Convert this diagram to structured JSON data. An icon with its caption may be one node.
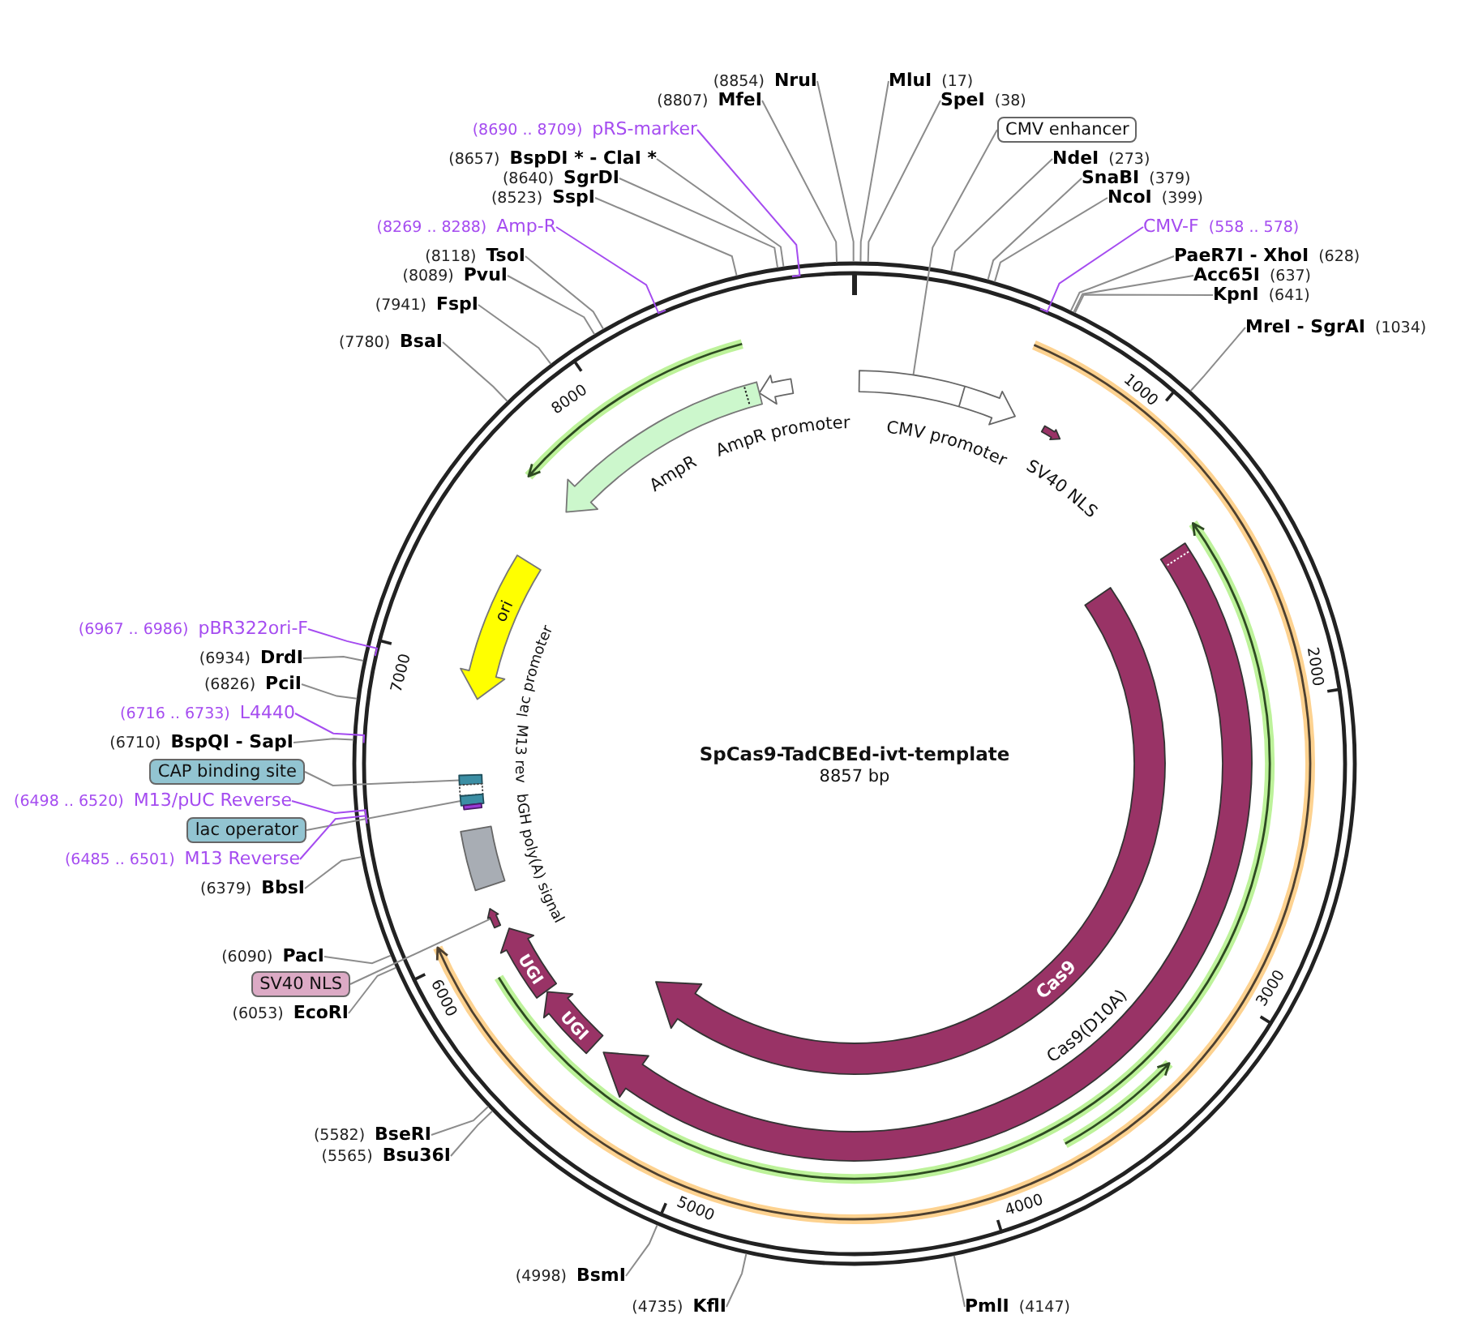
{
  "diagram": {
    "title": "SpCas9-TadCBEd-ivt-template",
    "nodes": [
      {
        "text": [
          "(8854)",
          "NruI"
        ]
      },
      {
        "text": [
          "MluI",
          "(17)"
        ]
      },
      {
        "text": [
          "(8807)",
          "MfeI"
        ]
      },
      {
        "text": [
          "SpeI",
          "(38)"
        ]
      },
      {
        "text": [
          "CMV enhancer"
        ]
      },
      {
        "text": [
          "(8690 .. 8709)",
          "pRS-marker"
        ]
      },
      {
        "text": [
          "(8657)",
          "BspDI * - ClaI *"
        ]
      },
      {
        "text": [
          "NdeI",
          "(273)"
        ]
      },
      {
        "text": [
          "(8640)",
          "SgrDI"
        ]
      },
      {
        "text": [
          "SnaBI",
          "(379)"
        ]
      },
      {
        "text": [
          "(8523)",
          "SspI"
        ]
      },
      {
        "text": [
          "NcoI",
          "(399)"
        ]
      },
      {
        "text": [
          "(8269 .. 8288)",
          "Amp-R"
        ]
      },
      {
        "text": [
          "CMV-F",
          "(558 .. 578)"
        ]
      },
      {
        "text": [
          "(8118)",
          "TsoI"
        ]
      },
      {
        "text": [
          "PaeR7I - XhoI",
          "(628)"
        ]
      },
      {
        "text": [
          "(8089)",
          "PvuI"
        ]
      },
      {
        "text": [
          "Acc65I",
          "(637)"
        ]
      },
      {
        "text": [
          "KpnI",
          "(641)"
        ]
      },
      {
        "text": [
          "(7941)",
          "FspI"
        ]
      },
      {
        "text": [
          "MreI - SgrAI",
          "(1034)"
        ]
      },
      {
        "text": [
          "(7780)",
          "BsaI"
        ]
      },
      {
        "text": [
          "(6967 .. 6986)",
          "pBR322ori-F"
        ]
      },
      {
        "text": [
          "(6934)",
          "DrdI"
        ]
      },
      {
        "text": [
          "(6826)",
          "PciI"
        ]
      },
      {
        "text": [
          "(6716 .. 6733)",
          "L4440"
        ]
      },
      {
        "text": [
          "(6710)",
          "BspQI - SapI"
        ]
      },
      {
        "text": [
          "CAP binding site"
        ]
      },
      {
        "text": [
          "(6498 .. 6520)",
          "M13/pUC Reverse"
        ]
      },
      {
        "text": [
          "lac operator"
        ]
      },
      {
        "text": [
          "(6485 .. 6501)",
          "M13 Reverse"
        ]
      },
      {
        "text": [
          "(6379)",
          "BbsI"
        ]
      },
      {
        "text": [
          "(6090)",
          "PacI"
        ]
      },
      {
        "text": [
          "SV40 NLS"
        ]
      },
      {
        "text": [
          "(6053)",
          "EcoRI"
        ]
      },
      {
        "text": [
          "(5582)",
          "BseRI"
        ]
      },
      {
        "text": [
          "(5565)",
          "Bsu36I"
        ]
      },
      {
        "text": [
          "(4998)",
          "BsmI"
        ]
      },
      {
        "text": [
          "(4735)",
          "KflI"
        ]
      },
      {
        "text": [
          "PmlI",
          "(4147)"
        ]
      },
      {
        "text": [],
        "shape": "arrow"
      },
      {
        "text": [
          "CMV promoter"
        ]
      },
      {
        "text": [],
        "shape": "arrow",
        "beside": [
          "AmpR"
        ]
      },
      {
        "text": [],
        "shape": "arrow",
        "beside": [
          "SV40 NLS"
        ]
      },
      {
        "text": [
          "ori"
        ]
      },
      {
        "text": [],
        "shape": "box"
      },
      {
        "text": [],
        "shape": "box"
      },
      {
        "text": [],
        "shape": "box"
      },
      {
        "text": [],
        "shape": "box"
      },
      {
        "text": [],
        "shape": "box",
        "beside": [
          "bGH poly(A) signal"
        ]
      },
      {
        "text": [],
        "shape": "arrow"
      },
      {
        "text": [
          "UGI"
        ]
      },
      {
        "text": [
          "UGI"
        ]
      },
      {
        "text": [
          "Cas9"
        ]
      },
      {
        "text": [],
        "shape": "arrow",
        "beside": [
          "Cas9(D10A)"
        ]
      }
    ],
    "edges": [
      {
        "from": 0,
        "to": null,
        "arrow": "none"
      },
      {
        "from": 1,
        "to": null,
        "arrow": "none"
      },
      {
        "from": 2,
        "to": null,
        "arrow": "none"
      },
      {
        "from": 3,
        "to": null,
        "arrow": "none"
      },
      {
        "from": 4,
        "to": 41,
        "arrow": "none"
      },
      {
        "from": 5,
        "to": null,
        "arrow": "none",
        "color": "#a54cf0"
      },
      {
        "from": 6,
        "to": null,
        "arrow": "none"
      },
      {
        "from": 7,
        "to": null,
        "arrow": "none"
      },
      {
        "from": 8,
        "to": null,
        "arrow": "none"
      },
      {
        "from": 9,
        "to": null,
        "arrow": "none"
      },
      {
        "from": 10,
        "to": null,
        "arrow": "none"
      },
      {
        "from": 11,
        "to": null,
        "arrow": "none"
      },
      {
        "from": 12,
        "to": null,
        "arrow": "none",
        "color": "#a54cf0"
      },
      {
        "from": 13,
        "to": null,
        "arrow": "none",
        "color": "#a54cf0"
      },
      {
        "from": 14,
        "to": null,
        "arrow": "none"
      },
      {
        "from": 15,
        "to": null,
        "arrow": "none"
      },
      {
        "from": 16,
        "to": null,
        "arrow": "none"
      },
      {
        "from": 17,
        "to": null,
        "arrow": "none"
      },
      {
        "from": 18,
        "to": null,
        "arrow": "none"
      },
      {
        "from": 19,
        "to": null,
        "arrow": "none"
      },
      {
        "from": 20,
        "to": null,
        "arrow": "none"
      },
      {
        "from": 21,
        "to": null,
        "arrow": "none"
      },
      {
        "from": 22,
        "to": null,
        "arrow": "none",
        "color": "#a54cf0"
      },
      {
        "from": 23,
        "to": null,
        "arrow": "none"
      },
      {
        "from": 24,
        "to": null,
        "arrow": "none"
      },
      {
        "from": 25,
        "to": null,
        "arrow": "none",
        "color": "#a54cf0"
      },
      {
        "from": 26,
        "to": null,
        "arrow": "none"
      },
      {
        "from": 27,
        "to": 45,
        "arrow": "none"
      },
      {
        "from": 28,
        "to": null,
        "arrow": "none",
        "color": "#a54cf0"
      },
      {
        "from": 29,
        "to": 47,
        "arrow": "none"
      },
      {
        "from": 30,
        "to": null,
        "arrow": "none",
        "color": "#a54cf0"
      },
      {
        "from": 31,
        "to": null,
        "arrow": "none"
      },
      {
        "from": 32,
        "to": null,
        "arrow": "none"
      },
      {
        "from": 33,
        "to": 50,
        "arrow": "none"
      },
      {
        "from": 34,
        "to": null,
        "arrow": "none"
      },
      {
        "from": 35,
        "to": null,
        "arrow": "none"
      },
      {
        "from": 36,
        "to": null,
        "arrow": "none"
      },
      {
        "from": 37,
        "to": null,
        "arrow": "none"
      },
      {
        "from": 38,
        "to": null,
        "arrow": "none"
      },
      {
        "from": 39,
        "to": null,
        "arrow": "none"
      }
    ],
    "labels": [
      "8000",
      "1000",
      "AmpR promoter",
      "7000",
      "2000",
      "lac promoter",
      "8857 bp",
      "M13 rev",
      "6000",
      "3000",
      "5000",
      "4000"
    ]
  }
}
